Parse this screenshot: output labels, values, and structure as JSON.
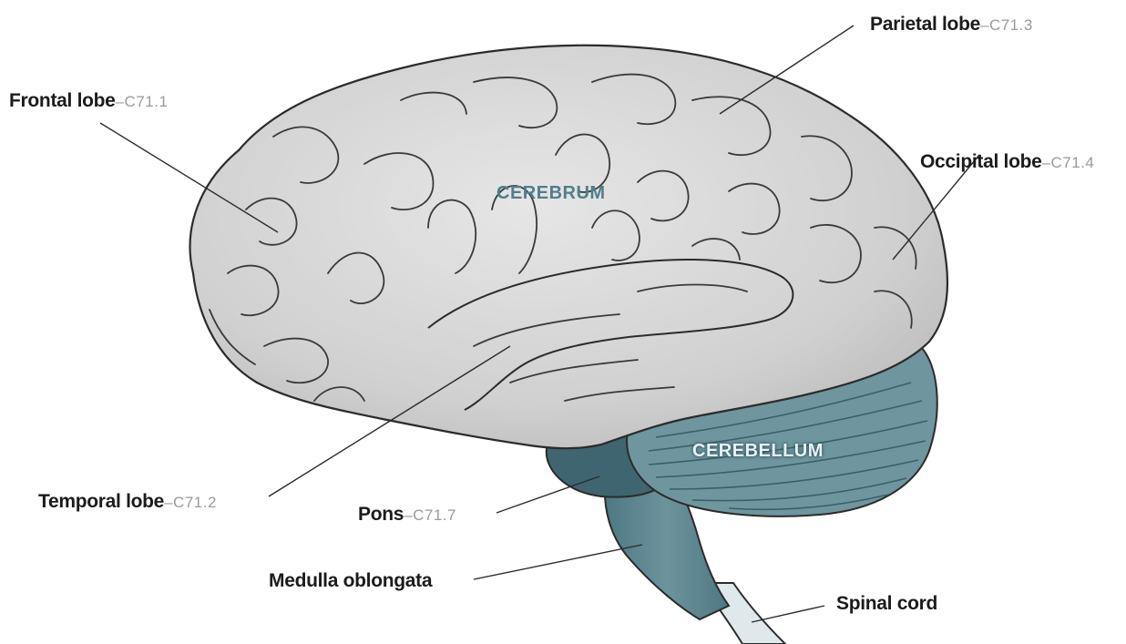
{
  "regions": {
    "cerebrum": "CEREBRUM",
    "cerebellum": "CEREBELLUM"
  },
  "labels": {
    "frontal": {
      "name": "Frontal lobe",
      "code": "C71.1"
    },
    "parietal": {
      "name": "Parietal lobe",
      "code": "C71.3"
    },
    "occipital": {
      "name": "Occipital lobe",
      "code": "C71.4"
    },
    "temporal": {
      "name": "Temporal lobe",
      "code": "C71.2"
    },
    "pons": {
      "name": "Pons",
      "code": "C71.7"
    },
    "medulla": {
      "name": "Medulla oblongata"
    },
    "spinal": {
      "name": "Spinal cord"
    }
  },
  "separator": "–",
  "colors": {
    "cerebrum_fill": "#d3d3d3",
    "cerebrum_stroke": "#2b2b2b",
    "cerebellum_fill": "#6f959e",
    "brainstem_fill": "#5e8690",
    "pons_fill": "#3f6670",
    "spinal_fill": "#dfe9ec",
    "label_text": "#1b1b1b",
    "code_text": "#9a9a9a",
    "region_text": "#4f7f8a"
  }
}
